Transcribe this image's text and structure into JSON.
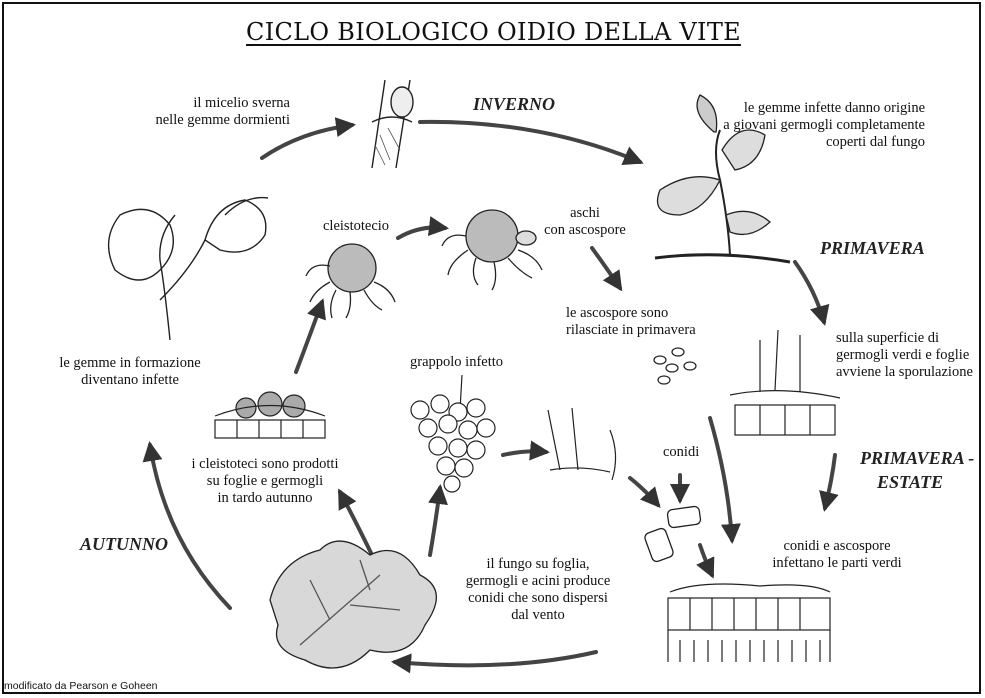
{
  "title": "CICLO BIOLOGICO OIDIO DELLA VITE",
  "seasons": {
    "winter": "INVERNO",
    "spring": "PRIMAVERA",
    "spring_summer_1": "PRIMAVERA -",
    "spring_summer_2": "ESTATE",
    "autumn": "AUTUNNO"
  },
  "labels": {
    "winter_mycelium": [
      "il micelio sverna",
      "nelle gemme dormienti"
    ],
    "infected_buds": [
      "le gemme infette danno origine",
      "a giovani germogli completamente",
      "coperti dal fungo"
    ],
    "asci": [
      "aschi",
      "con ascospore"
    ],
    "cleistothecium": "cleistotecio",
    "ascospores_released": [
      "le ascospore sono",
      "rilasciate in primavera"
    ],
    "sporulation": [
      "sulla superficie di",
      "germogli verdi e foglie",
      "avviene la sporulazione"
    ],
    "buds_forming": [
      "le gemme in formazione",
      "diventano infette"
    ],
    "infected_cluster": "grappolo infetto",
    "conidia": "conidi",
    "cleistothecia_produced": [
      "i cleistoteci sono prodotti",
      "su foglie e germogli",
      "in tardo autunno"
    ],
    "infect_green": [
      "conidi e ascospore",
      "infettano le parti verdi"
    ],
    "fungus_on_leaf": [
      "il fungo su foglia,",
      "germogli e acini produce",
      "conidi che sono dispersi",
      "dal vento"
    ]
  },
  "credit": "modificato da Pearson e Goheen"
}
